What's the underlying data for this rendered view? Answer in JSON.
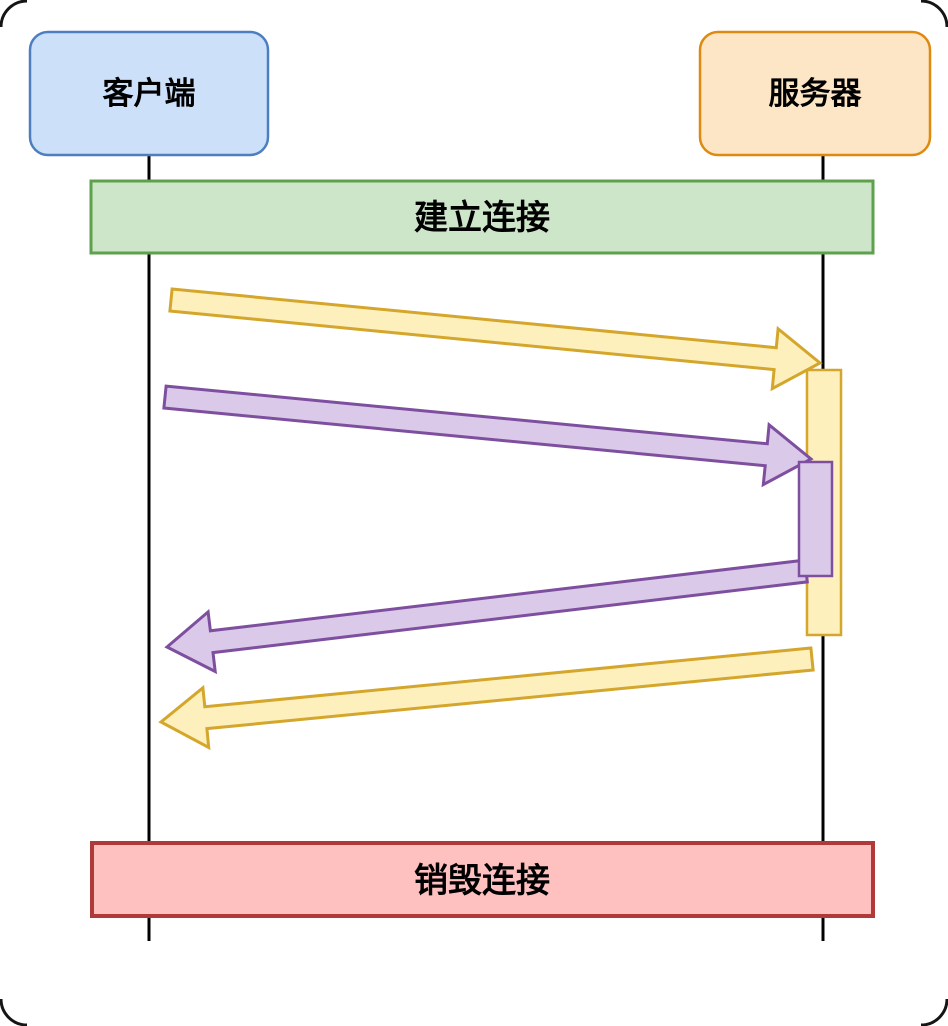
{
  "diagram": {
    "title": "client-server-connection-sequence",
    "actors": [
      {
        "id": "client",
        "label": "客户端"
      },
      {
        "id": "server",
        "label": "服务器"
      }
    ],
    "phases": [
      {
        "id": "establish",
        "label": "建立连接"
      },
      {
        "id": "destroy",
        "label": "销毁连接"
      }
    ],
    "messages": [
      {
        "from": "client",
        "to": "server",
        "style": "request-yellow"
      },
      {
        "from": "client",
        "to": "server",
        "style": "request-purple"
      },
      {
        "from": "server",
        "to": "client",
        "style": "response-purple"
      },
      {
        "from": "server",
        "to": "client",
        "style": "response-yellow"
      }
    ],
    "colors": {
      "lifeline": "#000000",
      "frame": "#151515",
      "client_fill": "#cce0fa",
      "client_border": "#4d7fc0",
      "server_fill": "#fde6c6",
      "server_border": "#de8a10",
      "establish_fill": "#cde5c8",
      "establish_border": "#5da14d",
      "destroy_fill": "#ffc0c0",
      "destroy_border": "#b03a3a",
      "yellow_fill": "#fdf0bc",
      "yellow_border": "#d4a62c",
      "purple_fill": "#dbc9ea",
      "purple_border": "#7e4f9e"
    }
  }
}
